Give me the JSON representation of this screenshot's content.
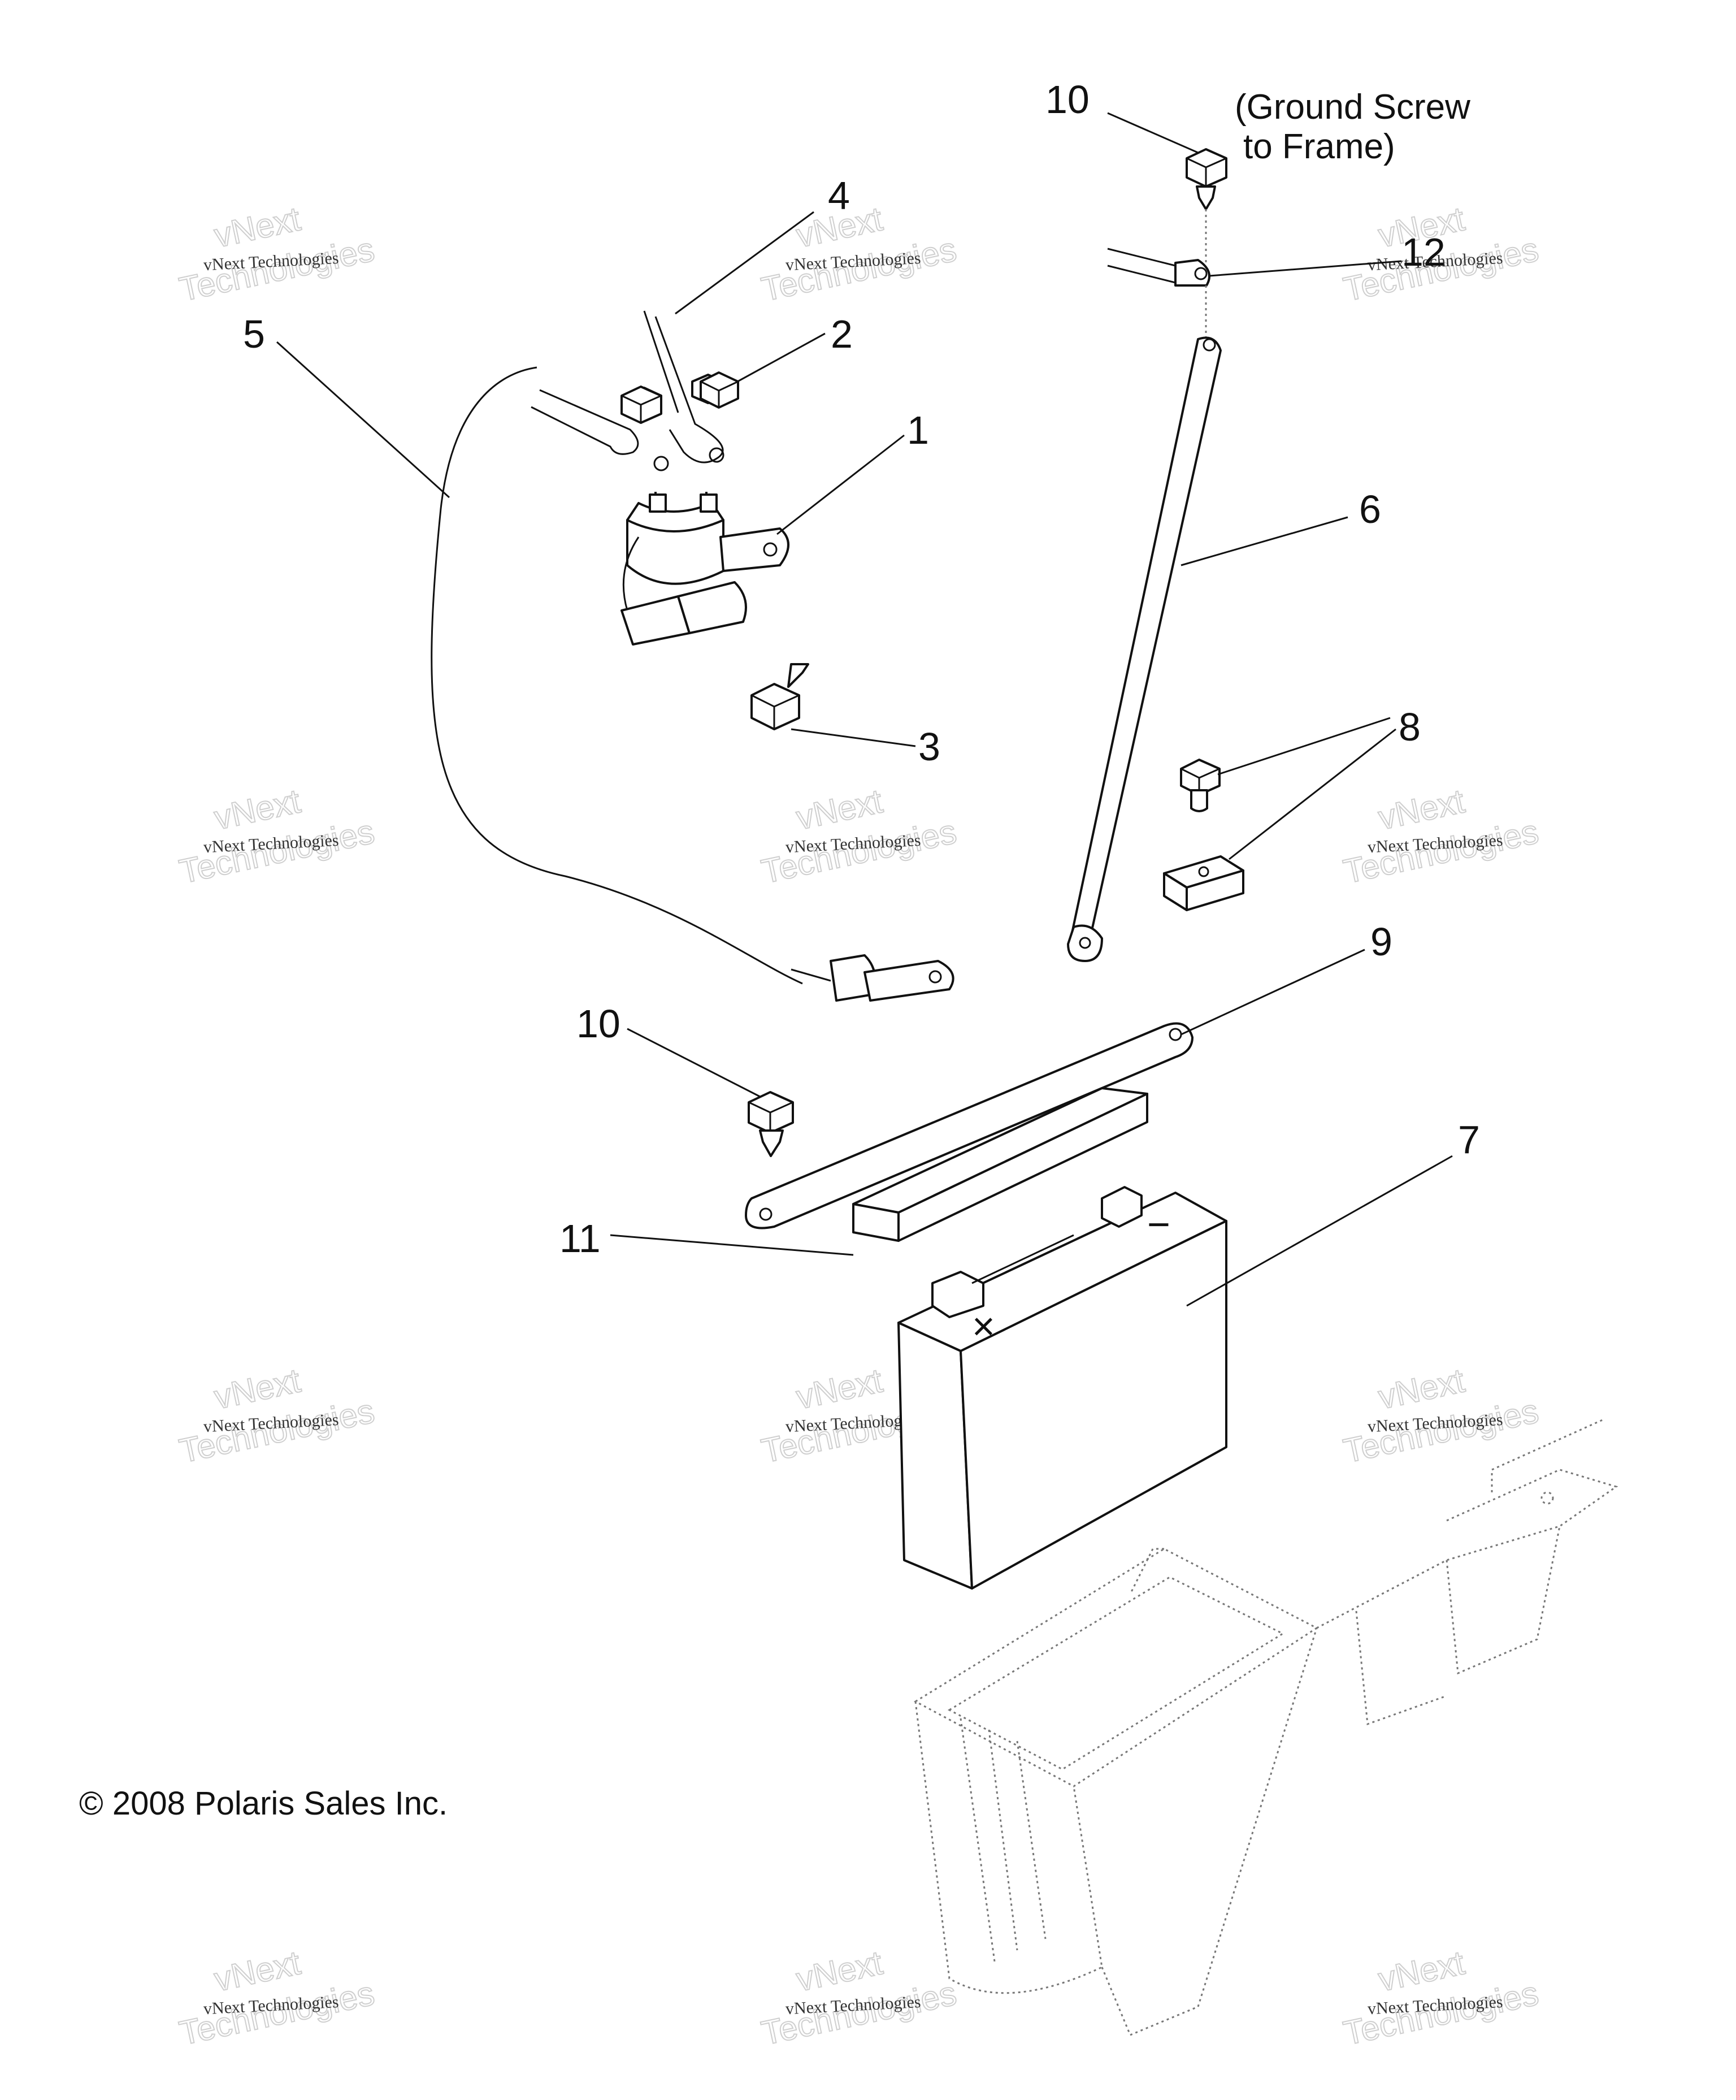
{
  "callouts": [
    {
      "id": "1",
      "label": "1"
    },
    {
      "id": "2",
      "label": "2"
    },
    {
      "id": "3",
      "label": "3"
    },
    {
      "id": "4",
      "label": "4"
    },
    {
      "id": "5",
      "label": "5"
    },
    {
      "id": "6",
      "label": "6"
    },
    {
      "id": "7",
      "label": "7"
    },
    {
      "id": "8",
      "label": "8"
    },
    {
      "id": "9",
      "label": "9"
    },
    {
      "id": "10a",
      "label": "10"
    },
    {
      "id": "10b",
      "label": "10"
    },
    {
      "id": "11",
      "label": "11"
    },
    {
      "id": "12",
      "label": "12"
    }
  ],
  "ground_note": {
    "line1": "(Ground Screw",
    "line2": "to Frame)"
  },
  "battery_marks": {
    "minus": "−",
    "plus": "×"
  },
  "copyright": "© 2008 Polaris Sales Inc.",
  "watermark": {
    "small": "vNext Technologies",
    "large_top": "vNext",
    "large_bottom": "Technologies"
  }
}
